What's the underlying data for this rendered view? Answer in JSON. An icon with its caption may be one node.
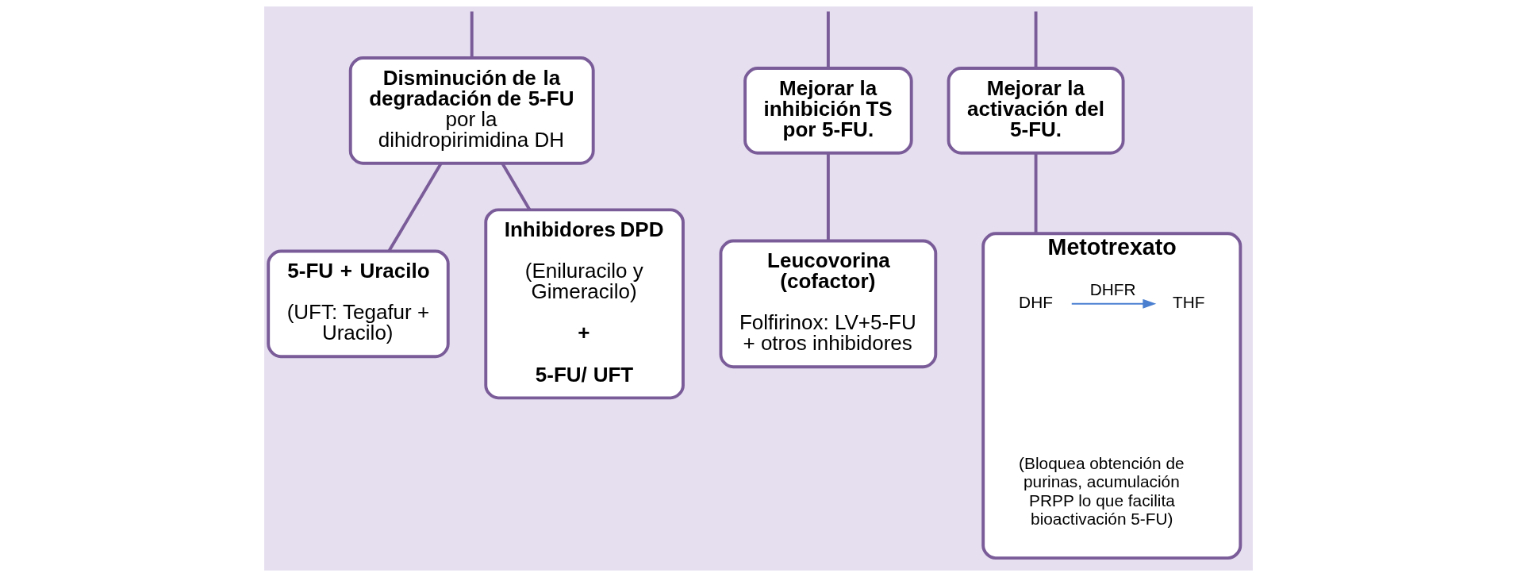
{
  "diagram": {
    "nodes": [
      {
        "text": [
          "**Disminución de la degradación de  5-FU** por la dihidropirimidina DH"
        ]
      },
      {
        "text": [
          "5-FU + Uracilo",
          "(UFT: Tegafur + Uracilo)"
        ]
      },
      {
        "text": [
          "Inhibidores DPD",
          "(Eniluracilo y Gimeracilo)",
          "+",
          "5-FU/ UFT"
        ]
      },
      {
        "text": [
          "Mejorar la inhibición TS por 5-FU."
        ]
      },
      {
        "text": [
          "Leucovorina (cofactor)",
          "Folfirinox: LV+5-FU + otros inhibidores"
        ]
      },
      {
        "text": [
          "Mejorar la activación del 5-FU."
        ]
      },
      {
        "text": [
          "Metotrexato"
        ]
      },
      {
        "text": [
          "DHF"
        ],
        "in": 6
      },
      {
        "text": [
          "THF"
        ],
        "in": 6
      },
      {
        "text": [
          "(Bloquea obtención de purinas,  acumulación PRPP lo que facilita bioactivación 5-FU)"
        ],
        "in": 6
      }
    ],
    "edges": [
      {
        "from": null,
        "to": 0,
        "arrow": "none"
      },
      {
        "from": null,
        "to": 3,
        "arrow": "none"
      },
      {
        "from": null,
        "to": 5,
        "arrow": "none"
      },
      {
        "from": 0,
        "to": 1,
        "arrow": "none"
      },
      {
        "from": 0,
        "to": 2,
        "arrow": "none"
      },
      {
        "from": 3,
        "to": 4,
        "arrow": "none"
      },
      {
        "from": 5,
        "to": 6,
        "arrow": "none"
      },
      {
        "from": 7,
        "to": 8,
        "arrow": "to",
        "label": "DHFR",
        "color": "#4a7fd0"
      }
    ]
  }
}
